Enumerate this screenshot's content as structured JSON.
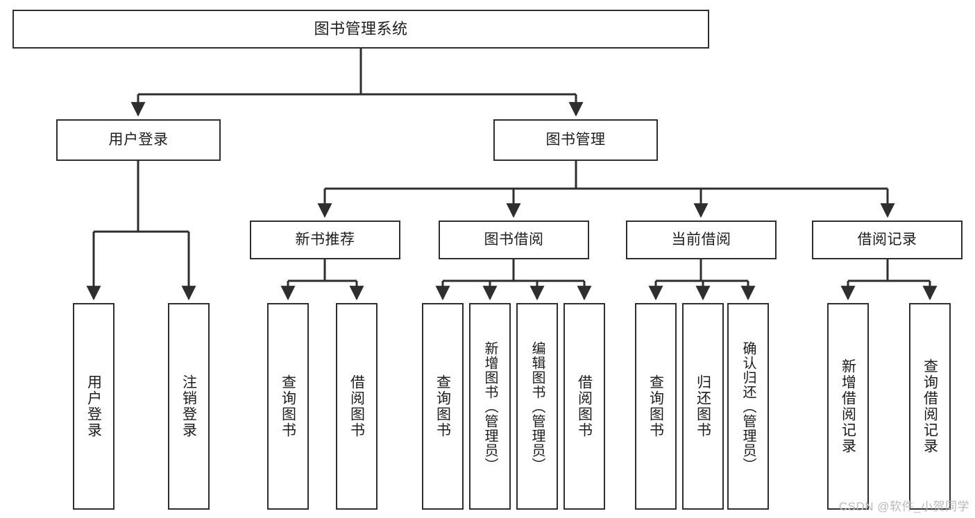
{
  "diagram": {
    "title": "图书管理系统",
    "type": "tree-hierarchy",
    "stroke_color": "#2e2e2e",
    "background_color": "#ffffff",
    "text_color": "#1c1c1c"
  },
  "root": {
    "label": "图书管理系统"
  },
  "branches": [
    {
      "label": "用户登录"
    },
    {
      "label": "图书管理"
    }
  ],
  "subbranches": [
    {
      "label": "新书推荐"
    },
    {
      "label": "图书借阅"
    },
    {
      "label": "当前借阅"
    },
    {
      "label": "借阅记录"
    }
  ],
  "leaves": {
    "user_login": [
      {
        "label": "用户登录"
      },
      {
        "label": "注销登录"
      }
    ],
    "new_book_recommend": [
      {
        "label": "查询图书"
      },
      {
        "label": "借阅图书"
      }
    ],
    "book_borrow": [
      {
        "label": "查询图书"
      },
      {
        "label": "新增图书（管理员）"
      },
      {
        "label": "编辑图书（管理员）"
      },
      {
        "label": "借阅图书"
      }
    ],
    "current_borrow": [
      {
        "label": "查询图书"
      },
      {
        "label": "归还图书"
      },
      {
        "label": "确认归还（管理员）"
      }
    ],
    "borrow_record": [
      {
        "label": "新增借阅记录"
      },
      {
        "label": "查询借阅记录"
      }
    ]
  },
  "watermark": {
    "text": "CSDN @软件_小贺同学"
  }
}
